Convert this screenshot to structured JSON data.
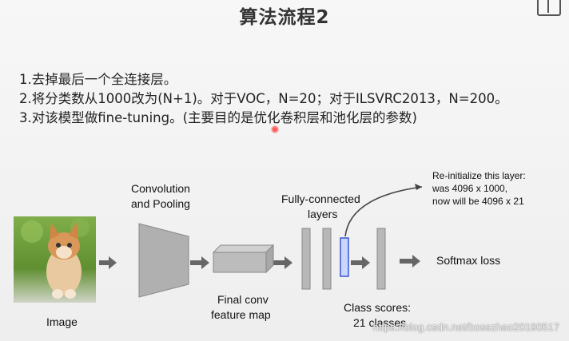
{
  "slide": {
    "title": "算法流程2",
    "bullets": [
      "1.去掉最后一个全连接层。",
      "2.将分类数从1000改为(N+1)。对于VOC，N=20；对于ILSVRC2013，N=200。",
      "3.对该模型做fine-tuning。(主要目的是优化卷积层和池化层的参数)"
    ]
  },
  "diagram": {
    "conv_label_1": "Convolution",
    "conv_label_2": "and Pooling",
    "fc_label_1": "Fully-connected",
    "fc_label_2": "layers",
    "reinit_1": "Re-initialize this layer:",
    "reinit_2": "was 4096 x 1000,",
    "reinit_3": "now will be 4096 x 21",
    "image_label": "Image",
    "final_conv_1": "Final conv",
    "final_conv_2": "feature map",
    "class_scores_1": "Class scores:",
    "class_scores_2": "21 classes",
    "softmax_label": "Softmax loss"
  },
  "watermark": "https://blog.csdn.net/bosszhao20190517",
  "colors": {
    "highlight_layer": "#c9d7ff",
    "layer_gray": "#b8b8b8"
  }
}
